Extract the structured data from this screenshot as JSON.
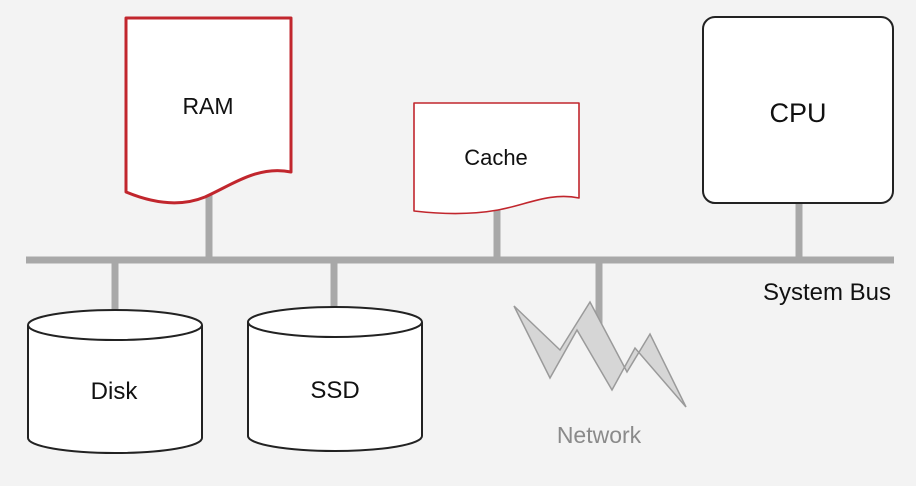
{
  "labels": {
    "ram": "RAM",
    "cache": "Cache",
    "cpu": "CPU",
    "disk": "Disk",
    "ssd": "SSD",
    "network": "Network",
    "system_bus": "System Bus"
  },
  "colors": {
    "background": "#f3f3f3",
    "memory_border": "#c1262d",
    "device_border": "#222222",
    "bus": "#a8a8a8",
    "network_fill": "#d6d6d6",
    "network_stroke": "#9a9a9a",
    "network_text": "#8a8a8a",
    "text": "#111111"
  }
}
